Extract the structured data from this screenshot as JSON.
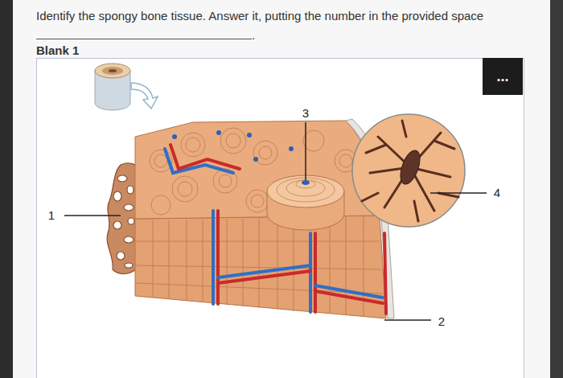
{
  "diagram": {
    "nodes": [
      {
        "text": [
          "..."
        ]
      }
    ],
    "labels": [
      "Identify the spongy bone tissue. Answer it, putting the number in the provided space",
      ".",
      "Blank 1",
      "3",
      "1",
      "4",
      "2"
    ]
  }
}
